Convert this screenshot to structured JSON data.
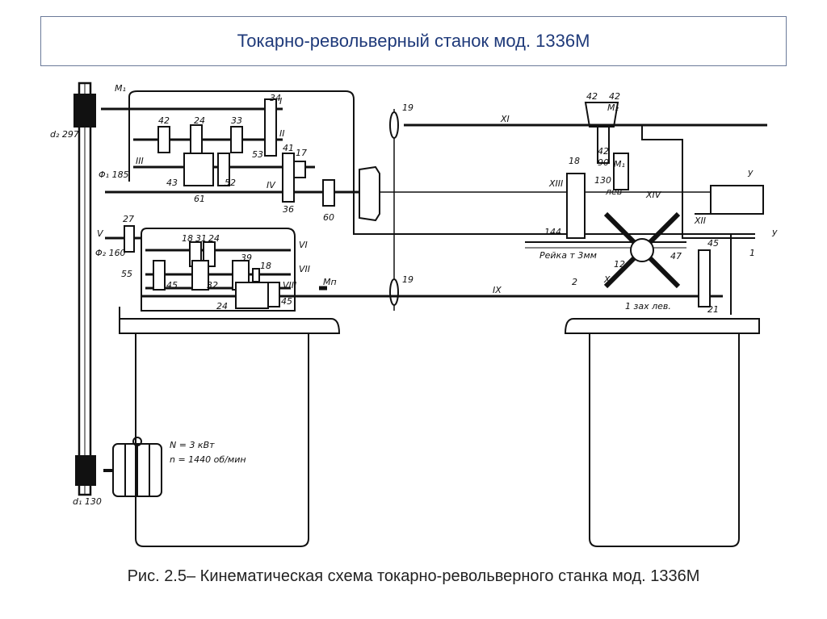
{
  "slide": {
    "title": "Токарно-револьверный станок мод. 1336М",
    "caption": "Рис. 2.5– Кинематическая схема токарно-револьверного станка мод. 1336М"
  },
  "diagram": {
    "motor": {
      "power": "N = 3 кВт",
      "speed": "n = 1440 об/мин"
    },
    "pulleys": {
      "d2": "d₂ 297",
      "d1": "d₁ 130",
      "f1": "Φ₁ 185",
      "f2": "Φ₂ 160"
    },
    "clutches": {
      "m1_top": "M₁",
      "mn": "Mп",
      "m1_carriage": "M₁",
      "m2": "M₂"
    },
    "shafts": [
      "I",
      "II",
      "III",
      "IV",
      "V",
      "VI",
      "VII",
      "VIII",
      "IX",
      "X",
      "XI",
      "XII",
      "XIII",
      "XIV"
    ],
    "gears_headstock": [
      "34",
      "42",
      "24",
      "33",
      "53",
      "43",
      "52",
      "61",
      "41",
      "36",
      "17",
      "60"
    ],
    "gears_feedbox": [
      "27",
      "55",
      "18",
      "31",
      "24",
      "39",
      "18",
      "45",
      "32",
      "24",
      "45"
    ],
    "gears_apron": [
      "19",
      "19",
      "42",
      "42",
      "42",
      "90",
      "18",
      "130",
      "144",
      "47",
      "12",
      "45",
      "21",
      "2"
    ],
    "apron_labels": {
      "rack": "Рейка т 3мм",
      "lead_screw": "1 зах лев.",
      "carriage_lev": "лев",
      "y1": "у",
      "y2": "у",
      "one": "1"
    }
  }
}
